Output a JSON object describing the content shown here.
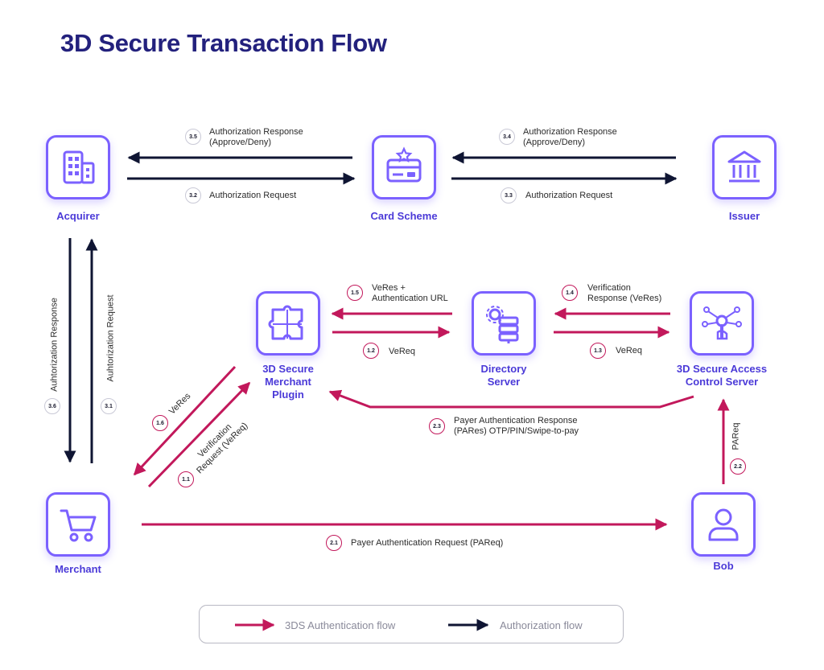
{
  "title": "3D Secure Transaction Flow",
  "colors": {
    "auth_flow": "#c2185b",
    "authorization_flow": "#0f1533",
    "node_border": "#7b61ff",
    "label": "#4b3ad8",
    "title": "#23217d"
  },
  "nodes": {
    "acquirer": {
      "label": "Acquirer",
      "icon": "building-icon"
    },
    "card_scheme": {
      "label": "Card Scheme",
      "icon": "credit-card-icon"
    },
    "issuer": {
      "label": "Issuer",
      "icon": "bank-icon"
    },
    "merchant_plugin": {
      "label": "3D Secure\nMerchant\nPlugin",
      "icon": "puzzle-icon"
    },
    "directory_server": {
      "label": "Directory\nServer",
      "icon": "server-icon"
    },
    "acs": {
      "label": "3D Secure Access\nControl Server",
      "icon": "fingerprint-network-icon"
    },
    "merchant": {
      "label": "Merchant",
      "icon": "cart-icon"
    },
    "bob": {
      "label": "Bob",
      "icon": "user-icon"
    }
  },
  "edges": {
    "e35": {
      "step": "3.5",
      "label": "Authorization Response\n(Approve/Deny)"
    },
    "e32": {
      "step": "3.2",
      "label": "Authorization Request"
    },
    "e34": {
      "step": "3.4",
      "label": "Authorization Response\n(Approve/Deny)"
    },
    "e33": {
      "step": "3.3",
      "label": "Authorization Request"
    },
    "e36": {
      "step": "3.6",
      "label": "Auhtorization Response"
    },
    "e31": {
      "step": "3.1",
      "label": "Auhtorization Request"
    },
    "e15": {
      "step": "1.5",
      "label": "VeRes +\nAuthentication URL"
    },
    "e12": {
      "step": "1.2",
      "label": "VeReq"
    },
    "e14": {
      "step": "1.4",
      "label": "Verification\nResponse (VeRes)"
    },
    "e13": {
      "step": "1.3",
      "label": "VeReq"
    },
    "e16": {
      "step": "1.6",
      "label": "VeRes"
    },
    "e11": {
      "step": "1.1",
      "label": "Verification\nRequest (VeReq)"
    },
    "e23": {
      "step": "2.3",
      "label": "Payer Authentication Response\n(PARes) OTP/PIN/Swipe-to-pay"
    },
    "e22": {
      "step": "2.2",
      "label": "PAReq"
    },
    "e21": {
      "step": "2.1",
      "label": "Payer Authentication Request (PAReq)"
    }
  },
  "legend": {
    "auth_flow": "3DS Authentication flow",
    "authorization_flow": "Authorization flow"
  }
}
